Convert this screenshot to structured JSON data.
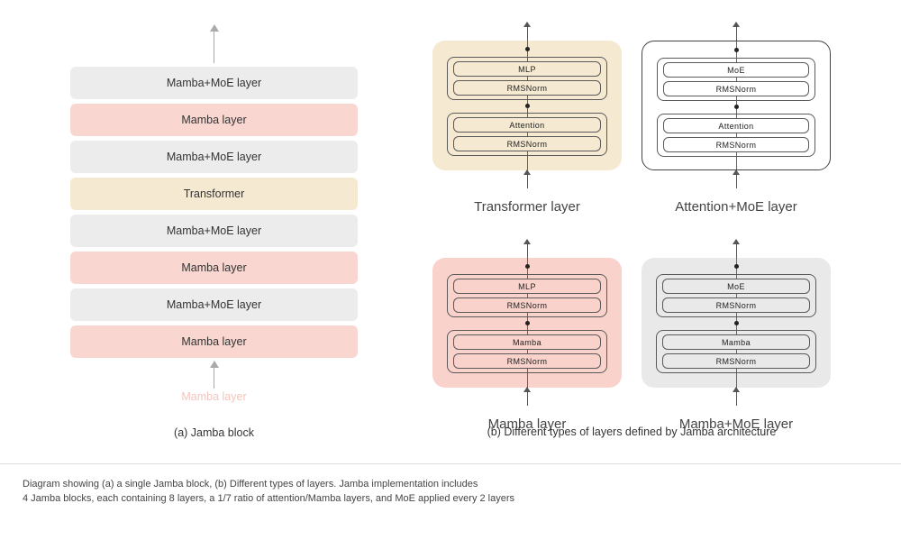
{
  "jamba_block": {
    "caption": "(a) Jamba block",
    "ghost_label": "Mamba layer",
    "layers": [
      {
        "label": "Mamba+MoE layer",
        "type": "gray"
      },
      {
        "label": "Mamba layer",
        "type": "pink"
      },
      {
        "label": "Mamba+MoE layer",
        "type": "gray"
      },
      {
        "label": "Transformer",
        "type": "tan"
      },
      {
        "label": "Mamba+MoE layer",
        "type": "gray"
      },
      {
        "label": "Mamba layer",
        "type": "pink"
      },
      {
        "label": "Mamba+MoE layer",
        "type": "gray"
      },
      {
        "label": "Mamba layer",
        "type": "pink"
      }
    ]
  },
  "layer_types": {
    "caption": "(b) Different types of layers defined by Jamba architecture",
    "cards": [
      {
        "label": "Transformer layer",
        "style": "tan",
        "blocks": [
          "MLP",
          "RMSNorm",
          "Attention",
          "RMSNorm"
        ]
      },
      {
        "label": "Attention+MoE layer",
        "style": "white",
        "blocks": [
          "MoE",
          "RMSNorm",
          "Attention",
          "RMSNorm"
        ]
      },
      {
        "label": "Mamba layer",
        "style": "pink",
        "blocks": [
          "MLP",
          "RMSNorm",
          "Mamba",
          "RMSNorm"
        ]
      },
      {
        "label": "Mamba+MoE layer",
        "style": "gray",
        "blocks": [
          "MoE",
          "RMSNorm",
          "Mamba",
          "RMSNorm"
        ]
      }
    ]
  },
  "footer": {
    "line1": "Diagram showing (a) a single Jamba block, (b) Different types of layers. Jamba implementation includes",
    "line2": "4 Jamba blocks, each containing 8 layers, a 1/7 ratio of attention/Mamba layers, and MoE applied every 2 layers"
  },
  "colors": {
    "gray_layer": "#ececec",
    "pink_layer": "#f9d6d0",
    "tan_layer": "#f6e9d1",
    "block_border": "#5a5a5a",
    "arrow": "#aaaaaa"
  }
}
